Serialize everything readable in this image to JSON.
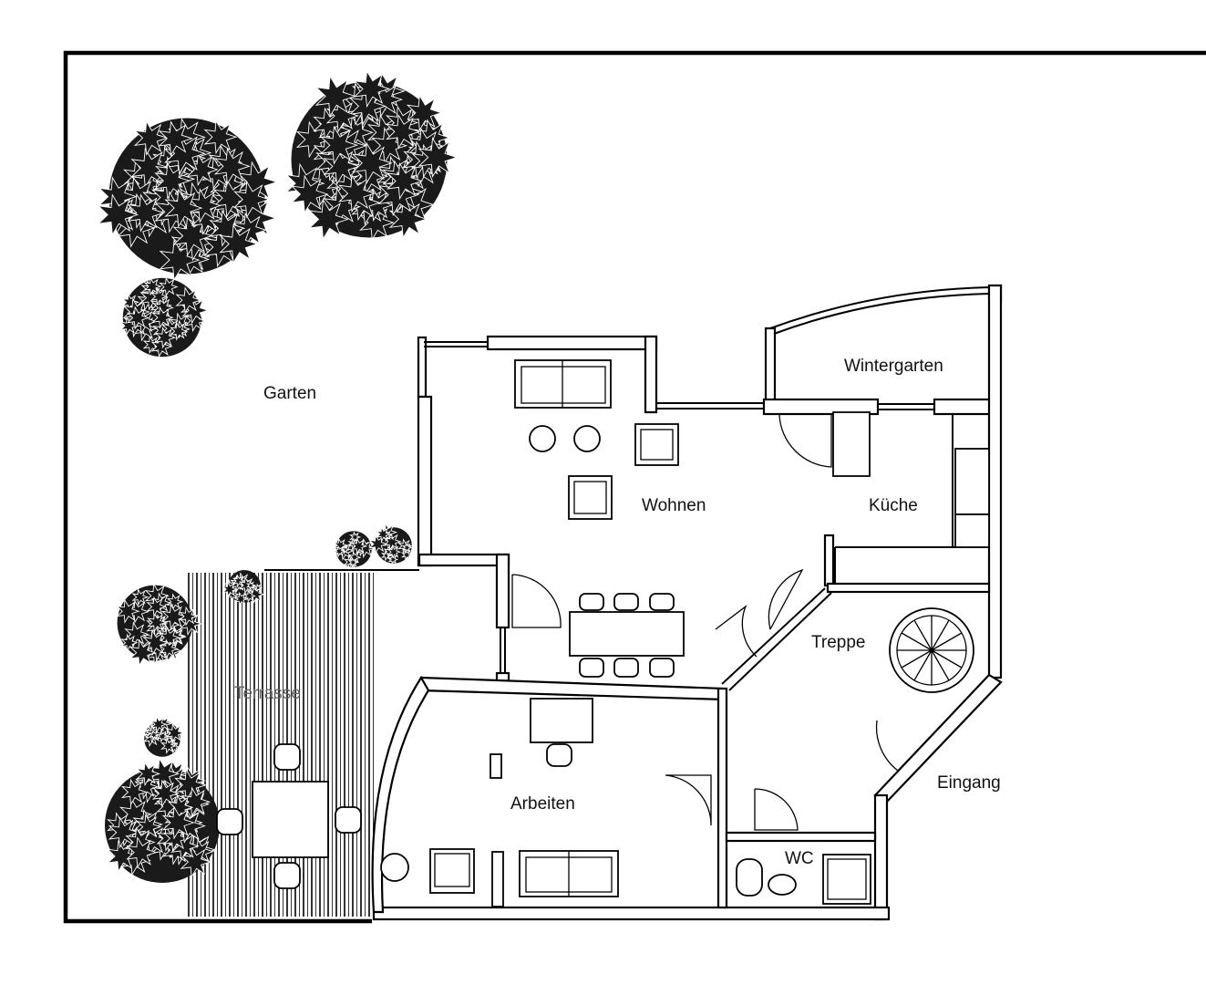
{
  "plan": {
    "rooms": {
      "garten": "Garten",
      "wintergarten": "Wintergarten",
      "wohnen": "Wohnen",
      "kueche": "Küche",
      "treppe": "Treppe",
      "terrasse": "Terrasse",
      "arbeiten": "Arbeiten",
      "eingang": "Eingang",
      "wc": "WC"
    },
    "colors": {
      "line": "#000000",
      "background": "#ffffff",
      "tree": "#1a1a1a"
    }
  }
}
